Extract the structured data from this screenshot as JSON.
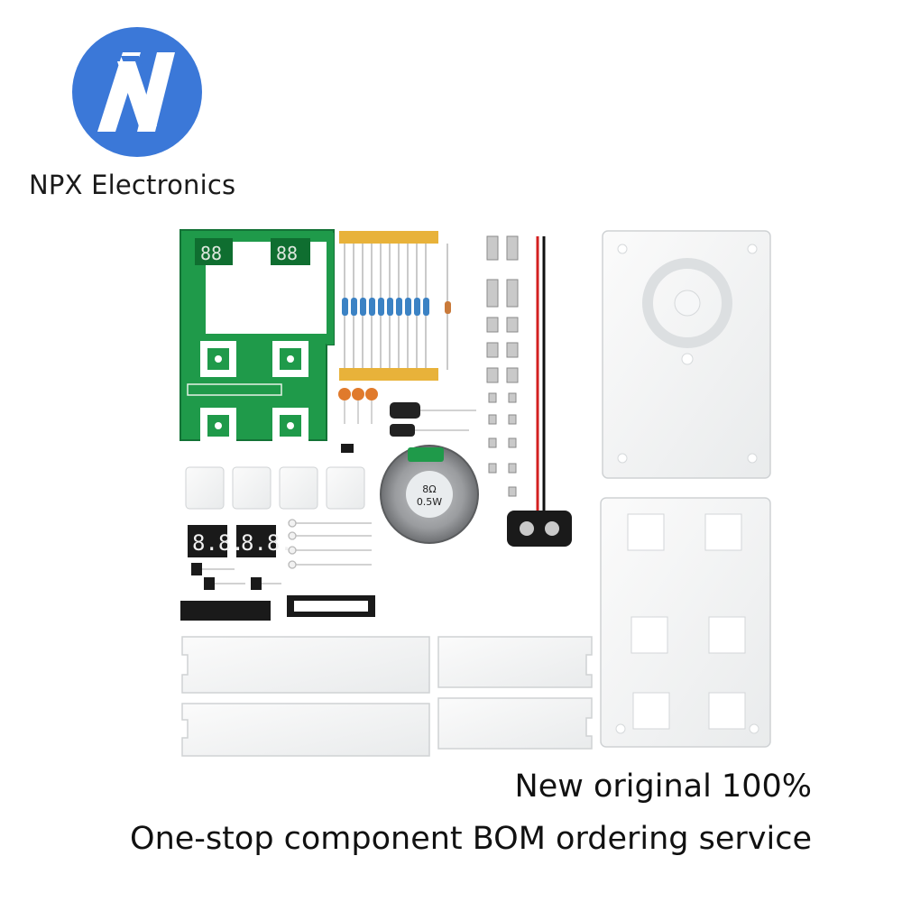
{
  "brand": {
    "name": "NPX Electronics",
    "logo_letter": "N",
    "logo_color": "#3b78d8"
  },
  "product": {
    "pcb_color": "#1f9a4a",
    "speaker_label_line1": "8Ω",
    "speaker_label_line2": "0.5W",
    "display_text": "8.8."
  },
  "taglines": {
    "line1": "New original 100%",
    "line2": "One-stop component BOM ordering service"
  }
}
